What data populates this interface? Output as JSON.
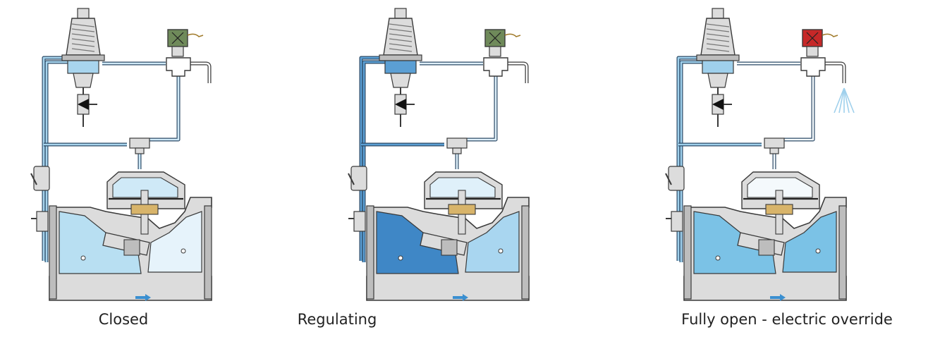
{
  "diagrams": [
    {
      "id": "closed",
      "caption": "Closed",
      "colors": {
        "inlet": "#b8dff2",
        "outlet": "#e6f3fb",
        "bonnet": "#cfe9f7",
        "pilot": "#a8d5ee",
        "solenoid": "#6f8a5a"
      },
      "solenoid_state": "de-energized",
      "flow_arrow": "right"
    },
    {
      "id": "regulating",
      "caption": "Regulating",
      "colors": {
        "inlet": "#3f87c6",
        "outlet": "#a9d6f0",
        "bonnet": "#dff0fa",
        "pilot": "#5b9fd4",
        "solenoid": "#6f8a5a"
      },
      "solenoid_state": "de-energized",
      "flow_arrow": "right"
    },
    {
      "id": "open",
      "caption": "Fully open - electric override",
      "colors": {
        "inlet": "#7bc2e6",
        "outlet": "#7bc2e6",
        "bonnet": "#f4f9fc",
        "pilot": "#9fd0ec",
        "solenoid": "#c62828"
      },
      "solenoid_state": "energized",
      "flow_arrow": "right"
    }
  ]
}
